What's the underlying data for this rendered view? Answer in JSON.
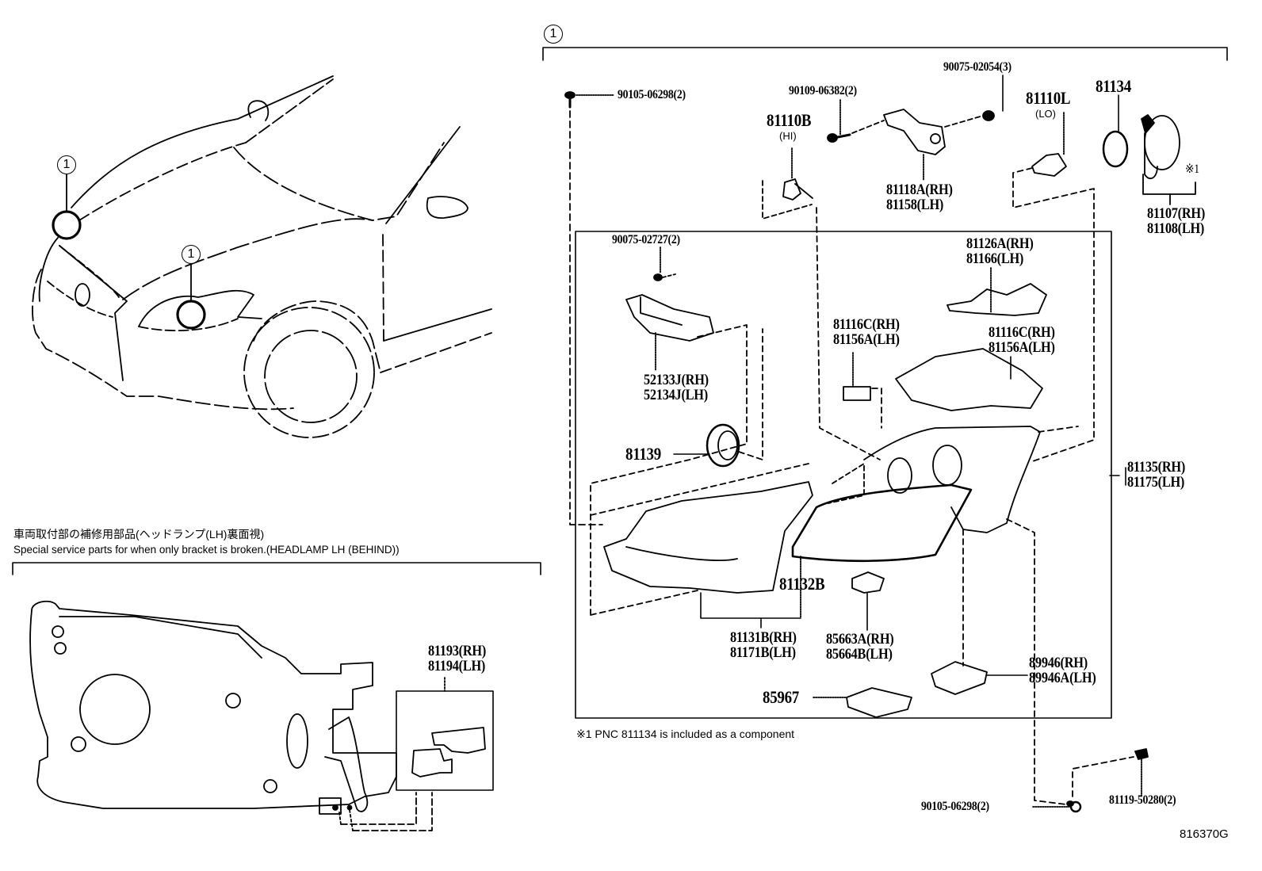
{
  "diagram": {
    "ref_code": "816370G",
    "assembly_marker": "1",
    "footnote": "※1 PNC 811134 is included as a component",
    "vehicle_view": {
      "callouts": [
        "1",
        "1"
      ]
    },
    "special_parts": {
      "title_jp": "車両取付部の補修用部品(ヘッドランプ(LH)裏面視)",
      "title_en": "Special service parts for when only bracket is broken.(HEADLAMP LH (BEHIND))",
      "bracket_rh": "81193(RH)",
      "bracket_lh": "81194(LH)"
    },
    "parts": {
      "screw_top": "90105-06298(2)",
      "screw_90109": "90109-06382(2)",
      "screw_90075_02054": "90075-02054(3)",
      "bulb_hi": "81110B",
      "bulb_hi_note": "(HI)",
      "bulb_lo": "81110L",
      "bulb_lo_note": "(LO)",
      "oring": "81134",
      "bracket_81118_rh": "81118A(RH)",
      "bracket_81118_lh": "81158(LH)",
      "cover_rh": "81107(RH)",
      "cover_lh": "81108(LH)",
      "cover_note": "※1",
      "screw_90075_02727": "90075-02727(2)",
      "bracket_52133_rh": "52133J(RH)",
      "bracket_52133_lh": "52134J(LH)",
      "reflector_rh": "81126A(RH)",
      "reflector_lh": "81166(LH)",
      "retainer_a_rh": "81116C(RH)",
      "retainer_a_lh": "81156A(LH)",
      "retainer_b_rh": "81116C(RH)",
      "retainer_b_lh": "81156A(LH)",
      "socket": "81139",
      "lamp_unit_rh": "81135(RH)",
      "lamp_unit_lh": "81175(LH)",
      "gasket": "81132B",
      "lens_rh": "81131B(RH)",
      "lens_lh": "81171B(LH)",
      "computer_rh": "85663A(RH)",
      "computer_lh": "85664B(LH)",
      "ballast_rh": "89946(RH)",
      "ballast_lh": "89946A(LH)",
      "module": "85967",
      "screw_bottom": "90105-06298(2)",
      "screw_81119": "81119-50280(2)"
    }
  }
}
